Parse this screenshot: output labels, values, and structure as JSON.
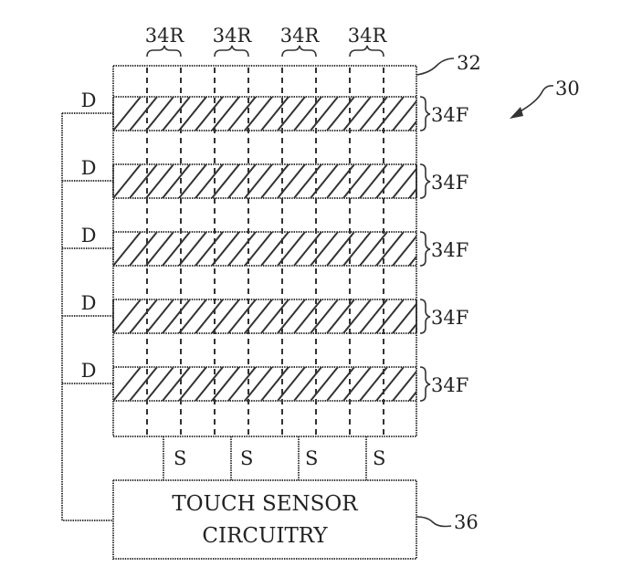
{
  "figure": {
    "figure_ref": "30",
    "panel_ref": "32",
    "column_labels": [
      "34R",
      "34R",
      "34R",
      "34R"
    ],
    "row_labels": [
      "34F",
      "34F",
      "34F",
      "34F",
      "34F"
    ],
    "drive_labels": [
      "D",
      "D",
      "D",
      "D",
      "D"
    ],
    "sense_labels": [
      "S",
      "S",
      "S",
      "S"
    ],
    "circuit": {
      "line1": "TOUCH SENSOR",
      "line2": "CIRCUITRY",
      "ref": "36"
    }
  },
  "colors": {
    "ink": "#333333",
    "background": "#ffffff"
  }
}
